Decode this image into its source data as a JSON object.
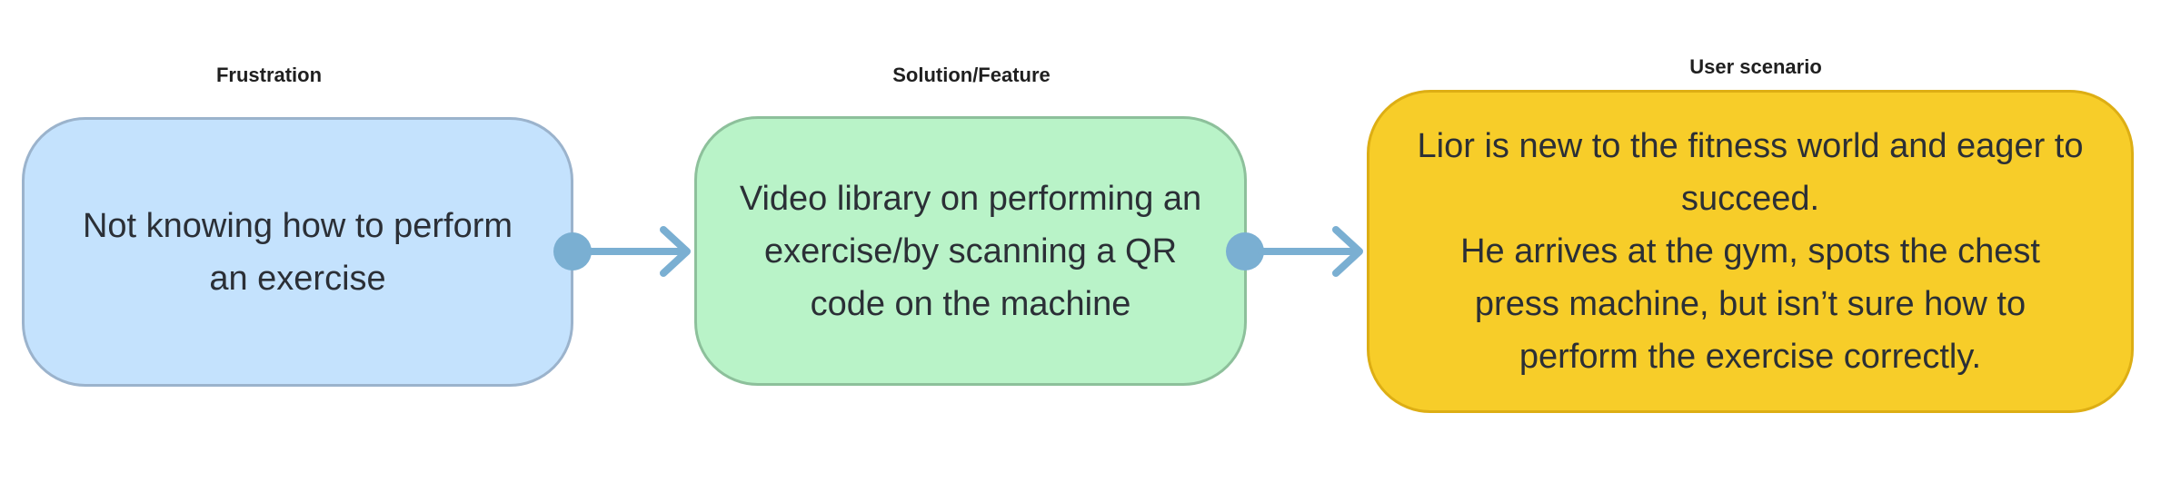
{
  "labels": {
    "frustration": "Frustration",
    "solution": "Solution/Feature",
    "scenario": "User scenario"
  },
  "boxes": {
    "frustration": {
      "lines": [
        "Not knowing how to perform",
        "an exercise"
      ]
    },
    "solution": {
      "lines": [
        "Video library on performing an",
        "exercise/by scanning a QR",
        "code on the machine"
      ]
    },
    "scenario": {
      "lines": [
        "Lior is new to the fitness world and eager to",
        "succeed.",
        "He arrives at the gym, spots the chest",
        "press machine, but isn’t sure how to",
        "perform the exercise correctly."
      ]
    }
  },
  "colors": {
    "frustration_fill": "#c4e2fd",
    "solution_fill": "#b9f3c8",
    "scenario_fill": "#f7cd29",
    "connector": "#7aafd2"
  }
}
